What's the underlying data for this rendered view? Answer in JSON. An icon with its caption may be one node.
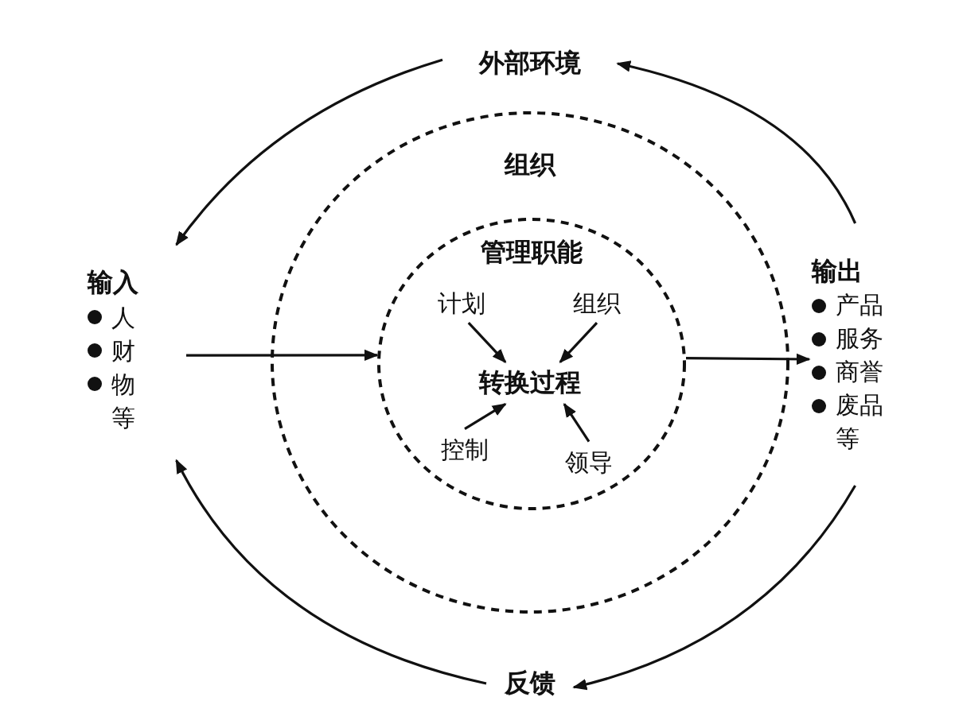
{
  "diagram": {
    "nodes": [
      {
        "text": [
          "外部环境"
        ]
      },
      {
        "text": [
          "组织"
        ]
      },
      {
        "text": [
          "管理职能"
        ],
        "in": 1
      },
      {
        "text": [
          "计划"
        ],
        "in": 2
      },
      {
        "text": [
          "组织"
        ],
        "in": 2
      },
      {
        "text": [
          "转换过程"
        ],
        "in": 2
      },
      {
        "text": [
          "控制"
        ],
        "in": 2
      },
      {
        "text": [
          "领导"
        ],
        "in": 2
      },
      {
        "text": [
          "输入",
          "人",
          "财",
          "物",
          "等"
        ]
      },
      {
        "text": [
          "输出",
          "产品",
          "服务",
          "商誉",
          "废品",
          "等"
        ]
      },
      {
        "text": [
          "反馈"
        ]
      }
    ],
    "edges": [
      {
        "from": 0,
        "to": 8,
        "arrow": "to"
      },
      {
        "from": 9,
        "to": 0,
        "arrow": "to"
      },
      {
        "from": 9,
        "to": 10,
        "arrow": "to"
      },
      {
        "from": 10,
        "to": 8,
        "arrow": "to"
      },
      {
        "from": 8,
        "to": 2,
        "arrow": "to"
      },
      {
        "from": 2,
        "to": 9,
        "arrow": "to"
      },
      {
        "from": 3,
        "to": 5,
        "arrow": "to"
      },
      {
        "from": 4,
        "to": 5,
        "arrow": "to"
      },
      {
        "from": 6,
        "to": 5,
        "arrow": "to"
      },
      {
        "from": 7,
        "to": 5,
        "arrow": "to"
      }
    ]
  }
}
